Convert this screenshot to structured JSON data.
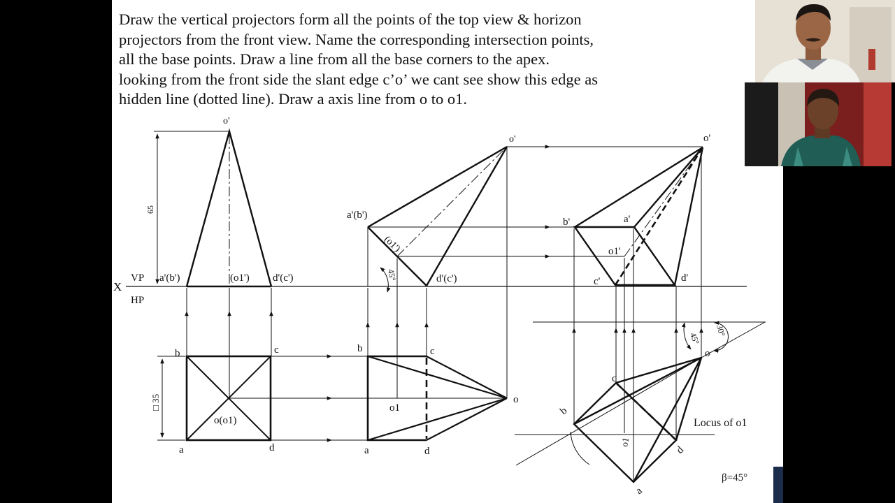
{
  "instruction_lines": [
    "Draw the vertical projectors form all the points of the top view & horizon",
    "projectors from the front view. Name the corresponding intersection points,",
    "all the base points. Draw a line from all the base corners to the apex.",
    "looking from the front side the slant edge c’o’ we cant see show this edge as",
    "hidden line (dotted line). Draw a axis line from o to o1."
  ],
  "labels": {
    "x": "X",
    "vp": "VP",
    "hp": "HP",
    "dim_height": "65",
    "dim_side": "□ 35",
    "v1": {
      "o_prime": "o'",
      "a_b_prime": "a'(b')",
      "o1_prime": "(o1')",
      "d_c_prime": "d'(c')",
      "b": "b",
      "c": "c",
      "a": "a",
      "d": "d",
      "o_o1": "o(o1)"
    },
    "v2": {
      "o_prime": "o'",
      "a_b_prime": "a'(b')",
      "o1_prime": "(o1')",
      "angle": "45°",
      "d_c_prime": "d'(c')",
      "b": "b",
      "c": "c",
      "a": "a",
      "d": "d",
      "o1": "o1",
      "o": "o"
    },
    "v3": {
      "o_prime": "o'",
      "b_prime": "b'",
      "a_prime": "a'",
      "o1_prime": "o1'",
      "c_prime": "c'",
      "d_prime": "d'",
      "angle30": "30°",
      "angle45": "45°",
      "o": "o",
      "c": "c",
      "b": "b",
      "o1": "o1",
      "d": "d",
      "a": "a",
      "locus": "Locus of o1",
      "beta": "β=45°"
    }
  },
  "colors": {
    "ink": "#111111",
    "background": "#000000",
    "page": "#ffffff"
  }
}
